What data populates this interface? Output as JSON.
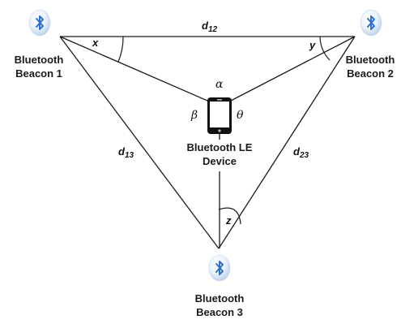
{
  "colors": {
    "line": "#1a1a1a",
    "beacon_glass_light": "#e9f2fb",
    "beacon_glass_mid": "#b7cde6",
    "beacon_rune": "#2f6fd0",
    "phone_body": "#111111",
    "phone_screen": "#ffffff"
  },
  "icons": {
    "beacon": "bluetooth-icon",
    "device": "smartphone-icon"
  },
  "beacons": [
    {
      "line1": "Bluetooth",
      "line2": "Beacon 1"
    },
    {
      "line1": "Bluetooth",
      "line2": "Beacon 2"
    },
    {
      "line1": "Bluetooth",
      "line2": "Beacon 3"
    }
  ],
  "device": {
    "line1": "Bluetooth LE",
    "line2": "Device"
  },
  "distances": {
    "d12": {
      "base": "d",
      "sub": "12"
    },
    "d13": {
      "base": "d",
      "sub": "13"
    },
    "d23": {
      "base": "d",
      "sub": "23"
    }
  },
  "angles": {
    "x": "x",
    "y": "y",
    "z": "z",
    "alpha": "α",
    "beta": "β",
    "theta": "θ"
  }
}
